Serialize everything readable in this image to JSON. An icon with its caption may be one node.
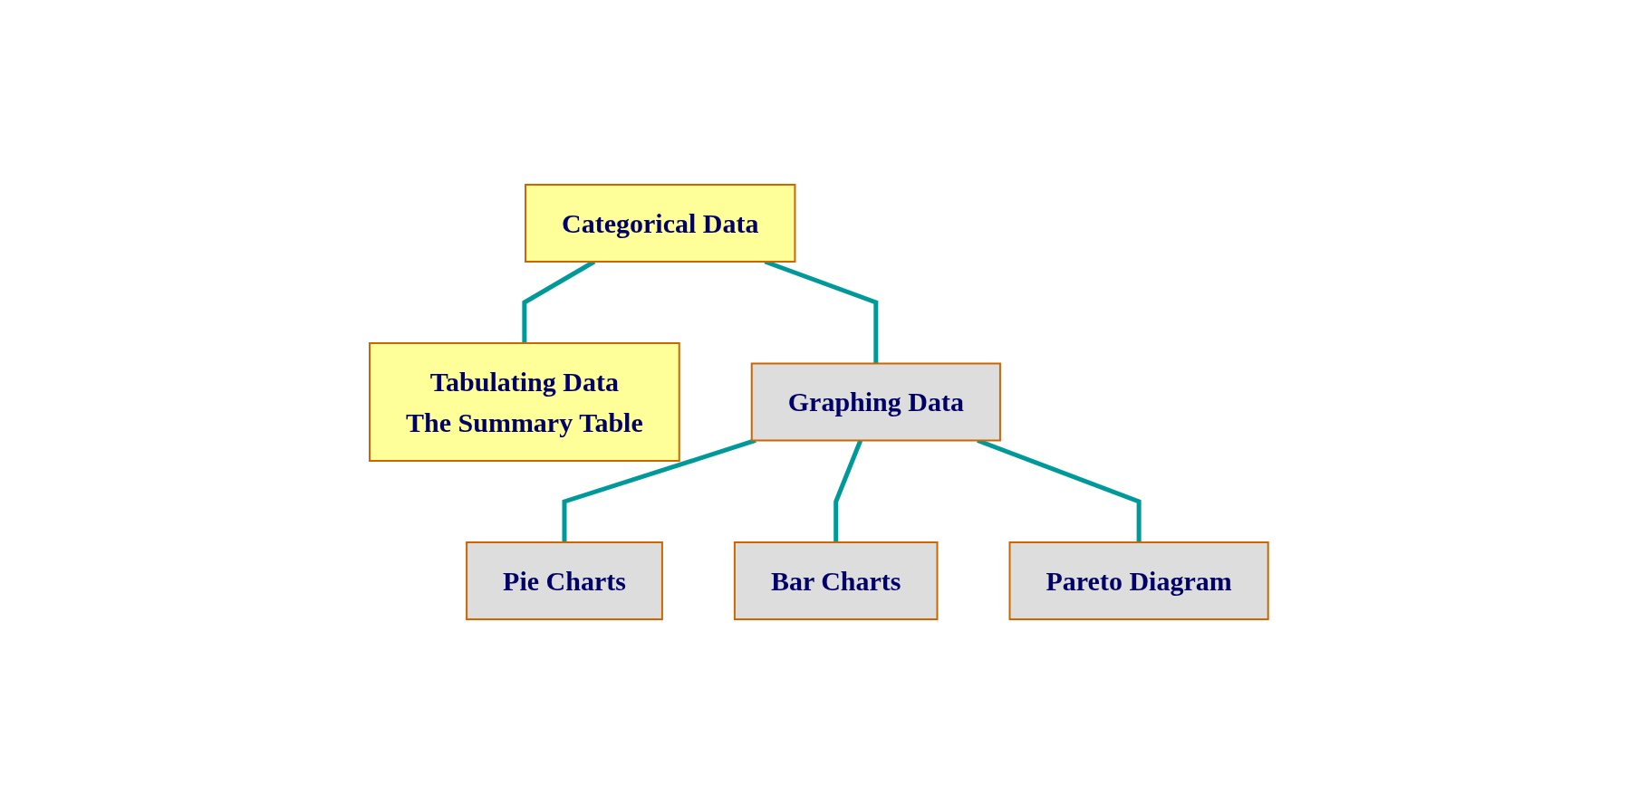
{
  "diagram": {
    "nodes": [
      {
        "text": [
          "Categorical Data"
        ]
      },
      {
        "text": [
          "Tabulating Data",
          "The Summary Table"
        ]
      },
      {
        "text": [
          "Graphing Data"
        ]
      },
      {
        "text": [
          "Pie Charts"
        ]
      },
      {
        "text": [
          "Bar Charts"
        ]
      },
      {
        "text": [
          "Pareto Diagram"
        ]
      }
    ],
    "edges": [
      {
        "from": 0,
        "to": 1,
        "arrow": "none"
      },
      {
        "from": 0,
        "to": 2,
        "arrow": "none"
      },
      {
        "from": 2,
        "to": 3,
        "arrow": "none"
      },
      {
        "from": 2,
        "to": 4,
        "arrow": "none"
      },
      {
        "from": 2,
        "to": 5,
        "arrow": "none"
      }
    ]
  }
}
